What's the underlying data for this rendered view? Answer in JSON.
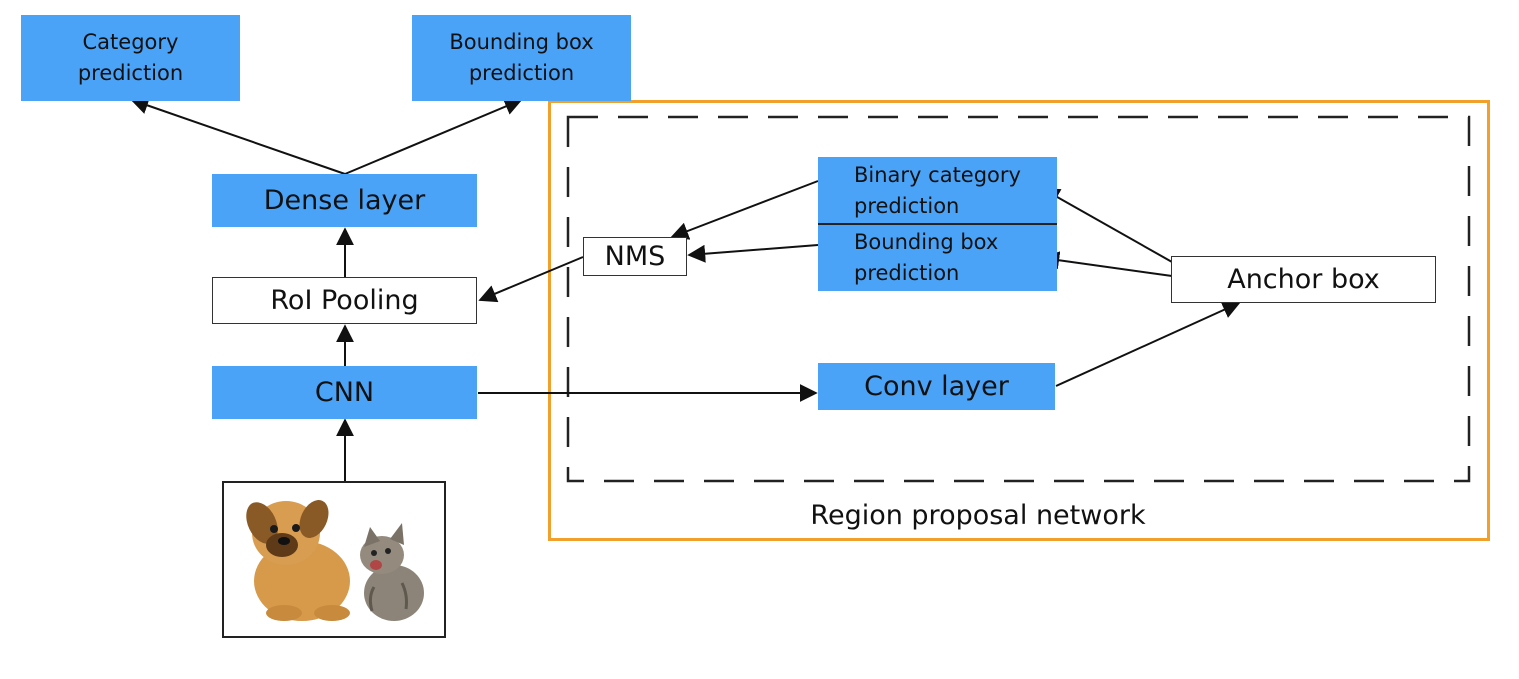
{
  "nodes": {
    "category_prediction": "Category\nprediction",
    "bbox_prediction_top": "Bounding box\nprediction",
    "dense_layer": "Dense layer",
    "roi_pooling": "RoI Pooling",
    "cnn": "CNN",
    "nms": "NMS",
    "binary_category_prediction": "Binary category\nprediction",
    "bbox_prediction_rpn": "Bounding box\nprediction",
    "anchor_box": "Anchor box",
    "conv_layer": "Conv layer"
  },
  "region_proposal_network_label": "Region proposal network",
  "input_image": {
    "subject": "puppy-and-kitten-photo"
  },
  "colors": {
    "box_blue": "#4aa3f7",
    "rpn_border": "#f2a02c",
    "arrow": "#111111",
    "dashed_border": "#222222"
  }
}
